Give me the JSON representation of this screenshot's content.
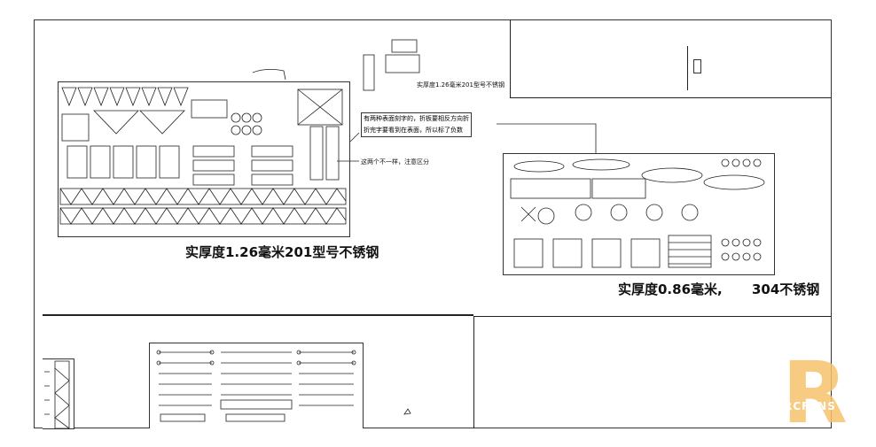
{
  "labels": {
    "left_sheet": "实厚度1.26毫米201型号不锈钢",
    "right_sheet": "实厚度0.86毫米,",
    "right_sheet_material": "304不锈钢",
    "top_small": "实厚度1.26毫米201型号不锈钢",
    "note_reverse_line1": "有两种表面刻字的，折板要相反方向折",
    "note_reverse_line2": "折完字要看到在表面，所以标了负数",
    "note_different": "这两个不一样，注意区分"
  },
  "watermark": {
    "letter": "R",
    "text": "RCFANS",
    "color": "#f5a623"
  }
}
